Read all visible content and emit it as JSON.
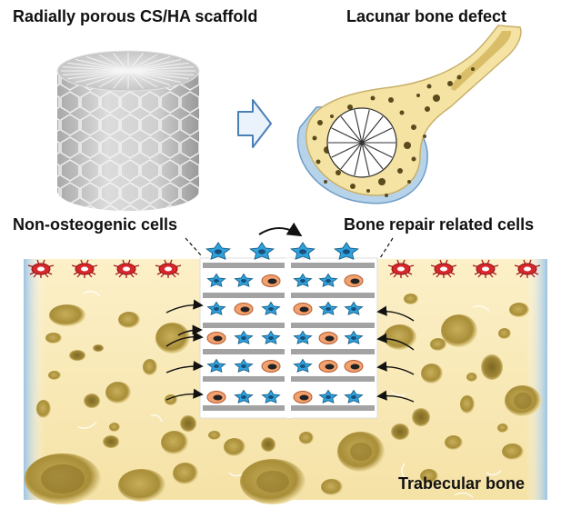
{
  "labels": {
    "scaffold": "Radially porous CS/HA scaffold",
    "defect": "Lacunar bone defect",
    "non_osteogenic": "Non-osteogenic cells",
    "repair_cells": "Bone repair related cells",
    "trabecular": "Trabecular bone"
  },
  "colors": {
    "bone_fill": "#f8ebb8",
    "bone_border": "#d9c98a",
    "pore": "#b69d45",
    "scaffold_gray": "#c9c9c9",
    "red_cell": "#d8272b",
    "blue_cell": "#2ea2dd",
    "orange_cell": "#f2a06e",
    "strut": "#a3a3a3",
    "panel_edge": "#7fb2d8",
    "arrow": "#111111"
  },
  "icons": [
    "scaffold-cylinder",
    "right-arrow-icon",
    "bone-femur-icon",
    "curved-arrow-icon"
  ]
}
